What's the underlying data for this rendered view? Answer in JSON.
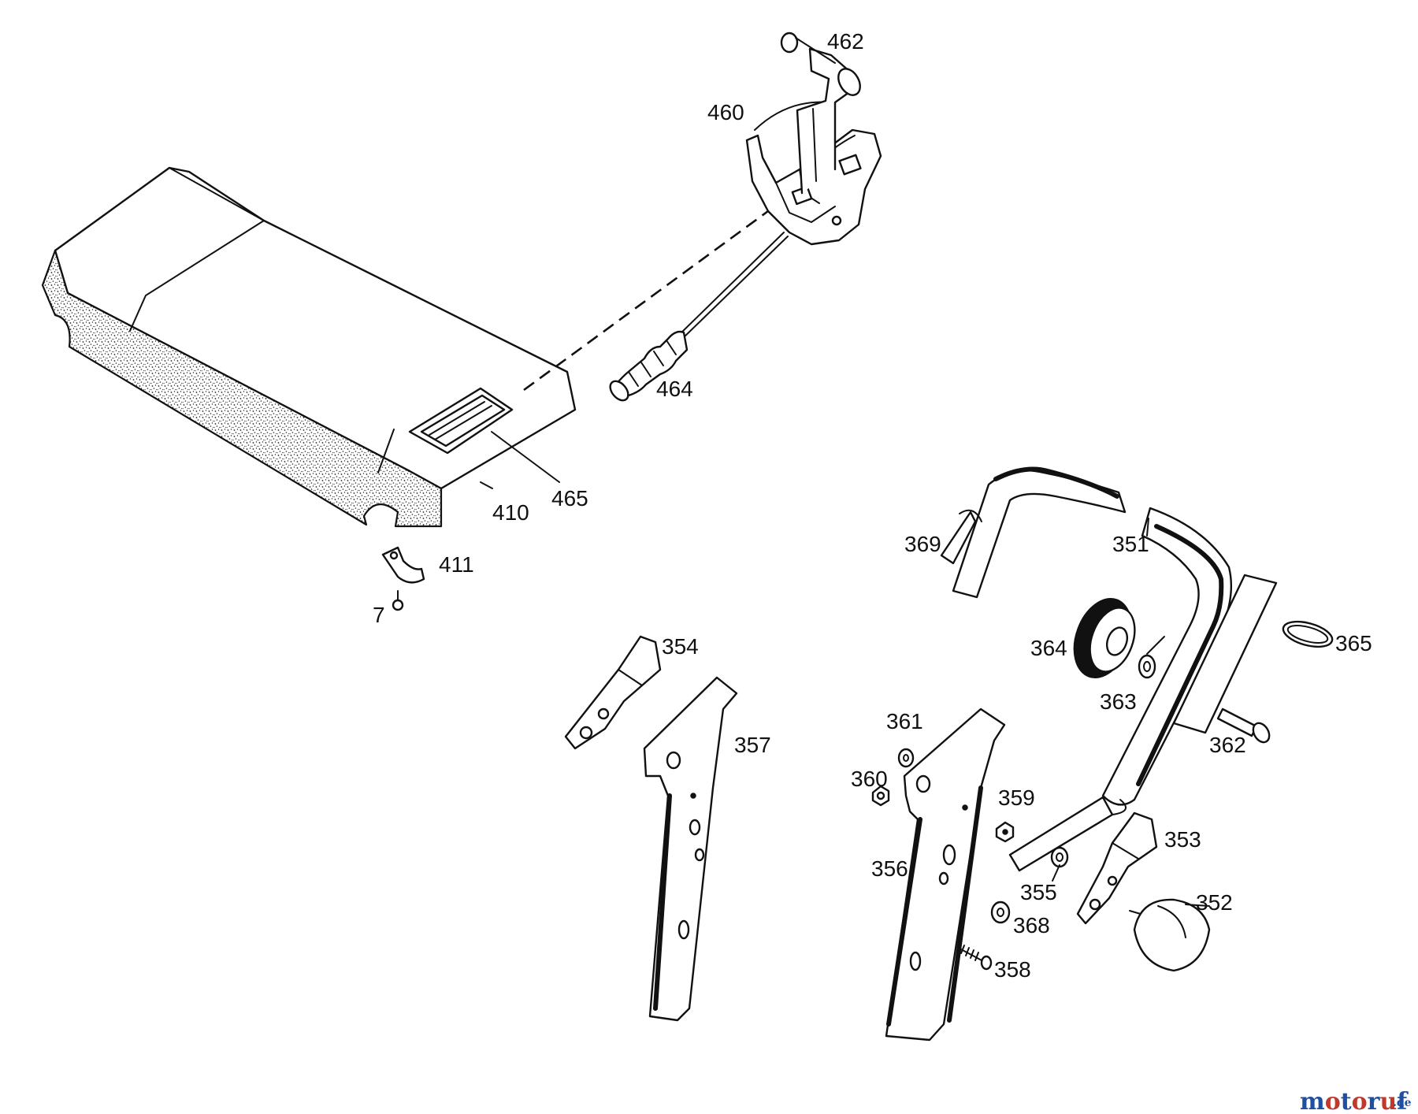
{
  "diagram": {
    "labels": {
      "p462": "462",
      "p460": "460",
      "p464": "464",
      "p465": "465",
      "p410": "410",
      "p411": "411",
      "p7": "7",
      "p369": "369",
      "p351": "351",
      "p364": "364",
      "p365": "365",
      "p363": "363",
      "p362": "362",
      "p354": "354",
      "p357": "357",
      "p361": "361",
      "p360": "360",
      "p359": "359",
      "p353": "353",
      "p356": "356",
      "p355": "355",
      "p352": "352",
      "p368": "368",
      "p358": "358"
    }
  },
  "watermark": {
    "text": "motoruf",
    "suffix": ".de",
    "colors": {
      "letters": [
        "#1f4fa0",
        "#c0392b",
        "#1f4fa0",
        "#c0392b",
        "#1f4fa0",
        "#c0392b",
        "#1f4fa0"
      ],
      "suffix": "#1f4fa0"
    }
  }
}
